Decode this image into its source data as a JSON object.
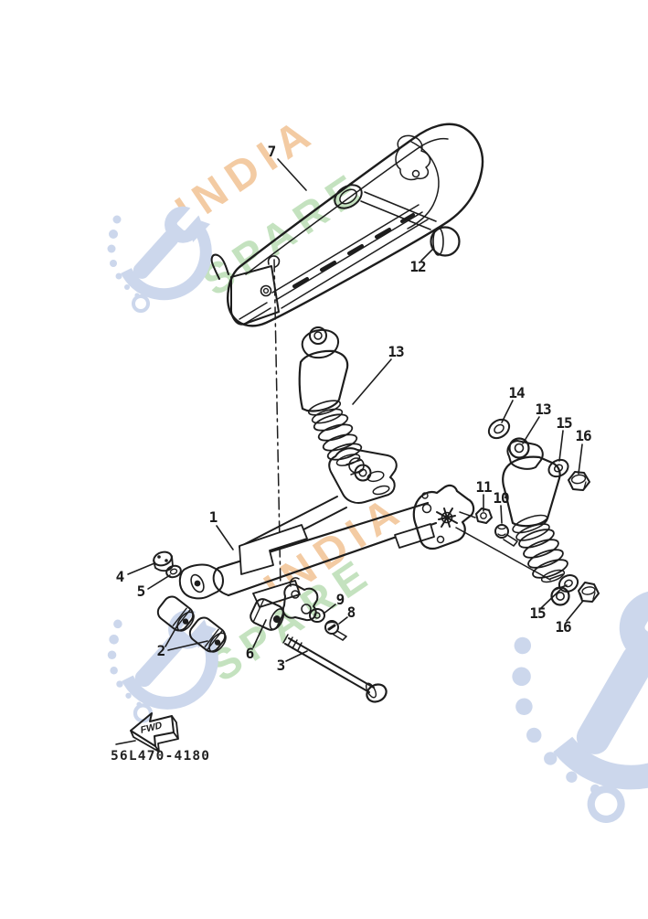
{
  "page": {
    "background_color": "#ffffff"
  },
  "watermark": {
    "word1": "INDIA",
    "word2": "SPARE",
    "word1_color": "#f2c79c",
    "word2_color": "#bfe0ba",
    "logo_color": "#ccd7ec",
    "logo_icon": "wrench-swoosh-logo"
  },
  "diagram": {
    "ink_color": "#1d1d1d",
    "part_number": "56L470-4180",
    "fwd_label": "FWD",
    "callouts": {
      "c1": "1",
      "c2": "2",
      "c3": "3",
      "c4": "4",
      "c5": "5",
      "c6": "6",
      "c7": "7",
      "c8": "8",
      "c9": "9",
      "c10": "10",
      "c11": "11",
      "c12": "12",
      "c13a": "13",
      "c13b": "13",
      "c14": "14",
      "c15a": "15",
      "c15b": "15",
      "c16a": "16",
      "c16b": "16"
    }
  }
}
